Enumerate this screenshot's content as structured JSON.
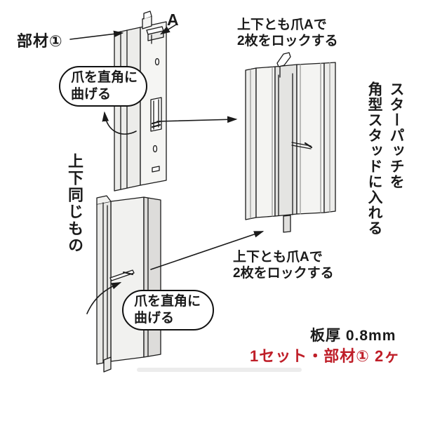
{
  "colors": {
    "background": "#ffffff",
    "line": "#1a1a1a",
    "metal_light": "#f4f4f2",
    "metal_mid": "#e8e8e6",
    "metal_dark": "#dddcda",
    "accent_red": "#bf1e28"
  },
  "annotations": {
    "part_label": "部材①",
    "claw_label": "A",
    "bend_note_top": {
      "line1": "爪を直角に",
      "line2": "曲げる"
    },
    "same_note": "上下同じもの",
    "lock_note_top": {
      "line1": "上下とも爪Aで",
      "line2": "2枚をロックする"
    },
    "insert_note": {
      "line1": "スターパッチを",
      "line2": "角型スタッドに入れる"
    },
    "lock_note_bottom": {
      "line1": "上下とも爪Aで",
      "line2": "2枚をロックする"
    },
    "bend_note_bottom": {
      "line1": "爪を直角に",
      "line2": "曲げる"
    },
    "thickness_note": "板厚 0.8mm",
    "set_note": "1セット・部材① 2ヶ"
  }
}
